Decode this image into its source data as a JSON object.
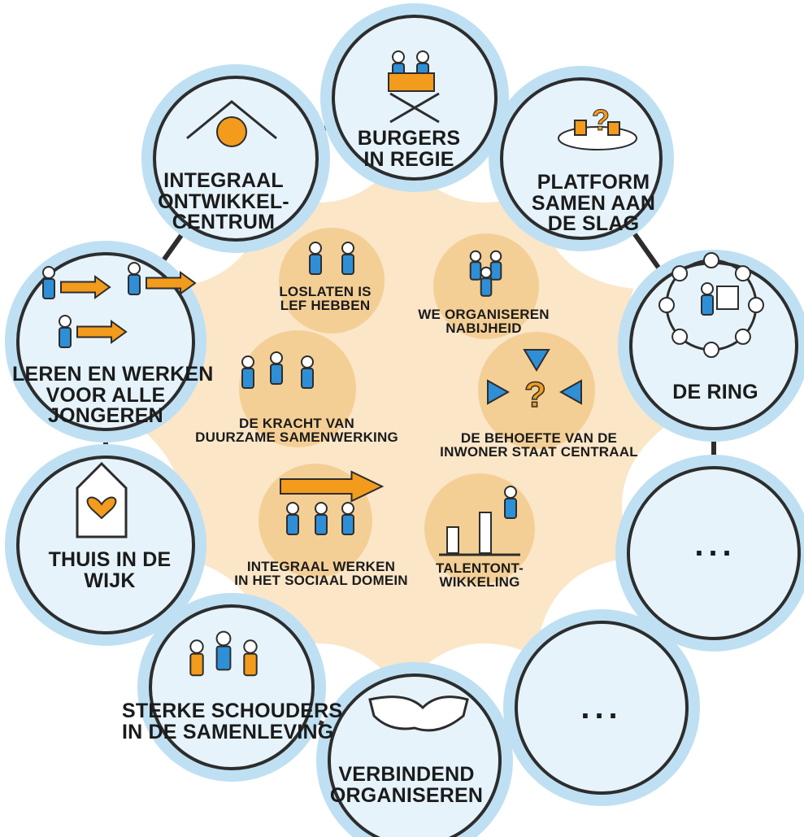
{
  "colors": {
    "outer_ring": "#bfe0f3",
    "outer_fill": "#e6f3fb",
    "outline": "#2d2d2d",
    "center": "#fbe6c8",
    "inner_disc": "#f4cf95",
    "accent_orange": "#f29b1d",
    "accent_blue": "#2f8fd6"
  },
  "outer": [
    {
      "id": "burgers",
      "lines": [
        "BURGERS",
        "IN REGIE"
      ],
      "icon": "director-chair-icon"
    },
    {
      "id": "platform",
      "lines": [
        "PLATFORM",
        "SAMEN AAN",
        "DE SLAG"
      ],
      "icon": "platform-podium-icon"
    },
    {
      "id": "ring",
      "lines": [
        "DE RING"
      ],
      "icon": "ring-network-icon"
    },
    {
      "id": "more1",
      "lines": [
        "..."
      ],
      "icon": ""
    },
    {
      "id": "more2",
      "lines": [
        "..."
      ],
      "icon": ""
    },
    {
      "id": "verbindend",
      "lines": [
        "VERBINDEND",
        "ORGANISEREN"
      ],
      "icon": "handshake-icon"
    },
    {
      "id": "schouders",
      "lines": [
        "STERKE SCHOUDERS",
        "IN DE SAMENLEVING"
      ],
      "icon": "group-hug-icon"
    },
    {
      "id": "thuis",
      "lines": [
        "THUIS IN DE",
        "WIJK"
      ],
      "icon": "house-heart-icon"
    },
    {
      "id": "leren",
      "lines": [
        "LEREN EN WERKEN",
        "VOOR ALLE",
        "JONGEREN"
      ],
      "icon": "people-arrows-icon"
    },
    {
      "id": "integraal",
      "lines": [
        "INTEGRAAL",
        "ONTWIKKEL-",
        "CENTRUM"
      ],
      "icon": "house-sun-icon"
    }
  ],
  "inner": [
    {
      "id": "loslaten",
      "lines": [
        "LOSLATEN IS",
        "LEF HEBBEN"
      ],
      "icon": "letting-go-icon"
    },
    {
      "id": "nabijheid",
      "lines": [
        "WE ORGANISEREN",
        "NABIJHEID"
      ],
      "icon": "group-close-icon"
    },
    {
      "id": "kracht",
      "lines": [
        "DE KRACHT VAN",
        "DUURZAME SAMENWERKING"
      ],
      "icon": "cheering-group-icon"
    },
    {
      "id": "behoefte",
      "lines": [
        "DE BEHOEFTE VAN DE",
        "INWONER STAAT CENTRAAL"
      ],
      "icon": "question-arrows-icon"
    },
    {
      "id": "integraalwerken",
      "lines": [
        "INTEGRAAL WERKEN",
        "IN HET SOCIAAL DOMEIN"
      ],
      "icon": "carry-arrow-icon"
    },
    {
      "id": "talent",
      "lines": [
        "TALENTONT-",
        "WIKKELING"
      ],
      "icon": "growth-bars-icon"
    }
  ]
}
